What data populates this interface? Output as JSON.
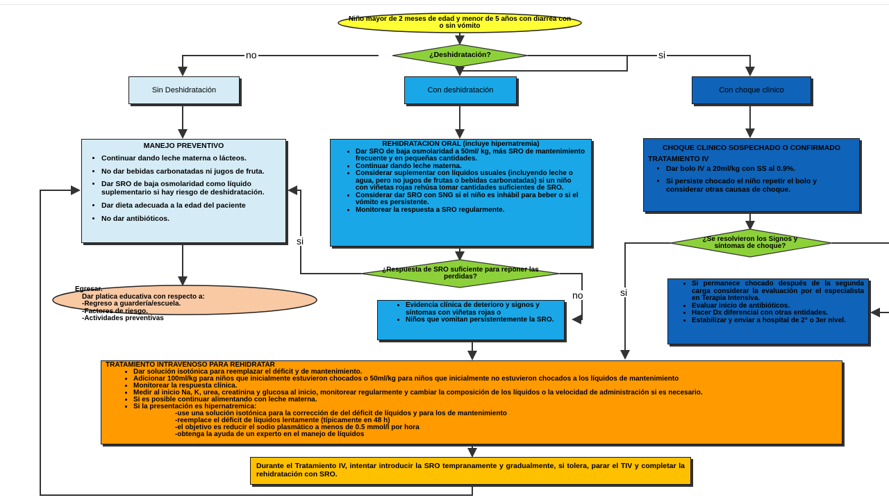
{
  "start": "Niño mayor de 2 meses de edad y menor de 5 años con diarrea con o sin vómito",
  "decision_dehydration": "¿Deshidratación?",
  "labels": {
    "no": "no",
    "si": "si"
  },
  "no_dehydration": "Sin Deshidratación",
  "with_dehydration": "Con deshidratación",
  "shock": "Con choque clínico",
  "preventive": {
    "title": "MANEJO PREVENTIVO",
    "items": [
      "Continuar dando leche materna o lácteos.",
      "No dar bebidas carbonatadas ni jugos de fruta.",
      "Dar SRO de baja osmolaridad como líquido suplementario si hay riesgo de deshidratación.",
      "Dar dieta adecuada a la edad del paciente",
      "No dar antibióticos."
    ]
  },
  "discharge": {
    "title": "Egresar.",
    "lines": [
      "Dar platica educativa con respecto a:",
      "-Regreso a guardería/escuela.",
      "-Factores de riesgo.",
      "-Actividades preventivas"
    ]
  },
  "oral": {
    "title": "REHIDRATACION ORAL (incluye hipernatremia)",
    "items": [
      "Dar SRO de baja osmolaridad a 50ml/ kg, más SRO de mantenimiento frecuente y en pequeñas cantidades.",
      "Continuar dando leche materna.",
      "Considerar suplementar con líquidos usuales (incluyendo leche o agua, pero no jugos de frutas o bebidas carbonatadas) si un niño con viñetas rojas rehúsa tomar cantidades suficientes de SRO.",
      "Considerar dar SRO con SNG si el niño es inhábil para beber o si el vómito es persistente.",
      "Monitorear la respuesta a SRO regularmente."
    ]
  },
  "decision_oral": "¿Respuesta de SRO suficiente para reponer las perdidas?",
  "failure": {
    "items": [
      "Evidencia clínica de deterioro y signos y síntomas con viñetas rojas o",
      "Niños que vomitan persistentemente la SRO."
    ]
  },
  "shock_suspected": {
    "title": "CHOQUE CLINICO SOSPECHADO O CONFIRMADO",
    "subtitle": "TRATAMIENTO IV",
    "items": [
      "Dar bolo IV a 20ml/kg con SS al 0.9%.",
      "Si persiste chocado el niño repetir el bolo y considerar otras causas de choque."
    ]
  },
  "decision_shock": "¿Se resolvieron los Signos y síntomas de choque?",
  "persistent_shock": {
    "items": [
      "Si permanece chocado después de la segunda carga considerar la evaluación por el especialista en Terapia Intensiva.",
      "Evaluar inicio de antibióticos.",
      "Hacer Dx diferencial con otras entidades.",
      "Estabilizar y enviar a hospital de 2° o 3er nivel."
    ]
  },
  "iv": {
    "title": "TRATAMIENTO INTRAVENOSO PARA REHIDRATAR",
    "items": [
      "Dar solución isotónica para reemplazar el déficit y de mantenimiento.",
      "Adicionar 100ml/kg para niños que inicialmente estuvieron chocados o 50ml/kg para niños que inicialmente no estuvieron chocados a los líquidos de mantenimiento",
      "Monitorear la respuesta clínica.",
      "Medir al inicio Na, K, urea, creatinina y glucosa al inicio, monitorear regularmente y cambiar la composición de los líquidos o la velocidad de administración si es necesario.",
      "Si es posible continuar alimentando con leche materna.",
      "Si la presentación es hipernatremica:"
    ],
    "subitems": [
      "-use una solución isotónica para la corrección de del déficit de líquidos y para los de mantenimiento",
      "-reemplace el déficit de líquidos lentamente (típicamente en 48 h)",
      "-el objetivo es reducir el sodio plasmático a menos de 0.5 mmol/l por hora",
      "-obtenga la ayuda de un experto en el manejo de líquidos"
    ]
  },
  "final": "Durante el Tratamiento IV, intentar introducir la SRO tempranamente y gradualmente, si tolera, parar el TIV y completar la rehidratación con SRO.",
  "colors": {
    "yellow": "#ffff33",
    "light_blue": "#d5ecf6",
    "cyan": "#1aa7e8",
    "blue": "#0f63b8",
    "green": "#8dd13a",
    "orange": "#ff9a00",
    "gold": "#ffc000",
    "peach": "#f9c9a4"
  }
}
